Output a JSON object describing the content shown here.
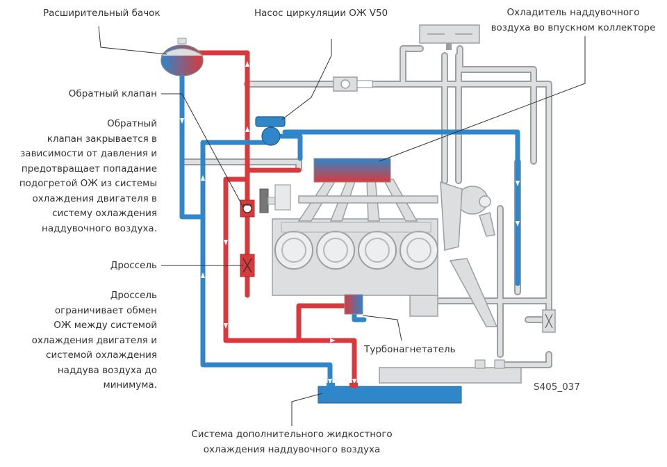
{
  "labels": {
    "expansion_tank": "Расширительный бачок",
    "pump": "Насос циркуляции ОЖ V50",
    "intercooler_title": "Охладитель наддувочного\nвоздуха во впускном коллекторе",
    "check_valve": "Обратный клапан",
    "check_valve_desc": "Обратный\nклапан закрывается в\nзависимости от давления и\nпредотвращает попадание\nподогретой ОЖ из системы\nохлаждения двигателя в\nсистему охлаждения\nнаддувочного воздуха.",
    "throttle": "Дроссель",
    "throttle_desc": "Дроссель\nограничивает обмен\nОЖ между системой\nохлаждения двигателя и\nсистемой охлаждения\nнаддува воздуха до\nминимума.",
    "turbo": "Турбонагнетатель",
    "code": "S405_037",
    "aux_cooler": "Система дополнительного жидкостного\nохлаждения наддувочного воздуха"
  },
  "colors": {
    "hot": "#d83a3c",
    "cold": "#2f86c9",
    "pipe_grey": "#d5d7d8",
    "pipe_outline": "#9b9fa2",
    "engine": "#dcdedf",
    "leader": "#333333"
  }
}
